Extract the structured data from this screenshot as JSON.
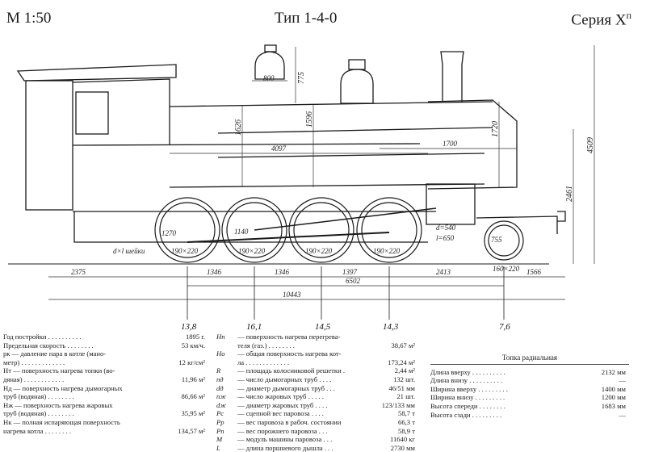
{
  "header": {
    "scale": "М 1:50",
    "type": "Тип 1-4-0",
    "series_prefix": "Серия Х",
    "series_superscript": "п"
  },
  "drawing": {
    "dimensions": {
      "dome_width": "800",
      "dome_height": "775",
      "d1": "1626",
      "d2": "1596",
      "d3": "1720",
      "d4": "4097",
      "d5": "1700",
      "overall_height": "4509",
      "axis_height": "2461",
      "d_front": "d=540",
      "l_front": "l=650",
      "bogie_axle": "160×220",
      "b1": "1270",
      "b2": "1140",
      "front_wheel": "755",
      "neck_note": "d×l шейки",
      "journal": "190×220"
    },
    "base_dims": [
      "2375",
      "1346",
      "1346",
      "1397",
      "2413",
      "1566"
    ],
    "total_wheelbase": "6502",
    "total_length": "10443",
    "axle_loads": [
      "13,8",
      "16,1",
      "14,5",
      "14,3",
      "7,6"
    ]
  },
  "specs_left": [
    {
      "label": "Год постройки . . . . . . . . . .",
      "value": "1895 г."
    },
    {
      "label": "Предельная скорость . . . . . . . .",
      "value": "53 км/ч."
    },
    {
      "label": "pк — давление пара в котле (мано-",
      "value": ""
    },
    {
      "label": "метр) . . . . . . . . . . . . .",
      "value": "12 кг/см²"
    },
    {
      "label": "Hт — поверхность нагрева топки (во-",
      "value": ""
    },
    {
      "label": "дяная) . . . . . . . . . . . .",
      "value": "11,96 м²"
    },
    {
      "label": "Hд — поверхность нагрева дымогарных",
      "value": ""
    },
    {
      "label": "труб (водяная) . . . . . . . .",
      "value": "86,66 м²"
    },
    {
      "label": "Hж — поверхность нагрева жаровых",
      "value": ""
    },
    {
      "label": "труб (водяная) . . . . . . . .",
      "value": "35,95 м²"
    },
    {
      "label": "Hк — полная испаряющая поверхность",
      "value": ""
    },
    {
      "label": "нагрева котла . . . . . . . .",
      "value": "134,57 м²"
    }
  ],
  "specs_mid": [
    {
      "sym": "Hп",
      "label": "— поверхность нагрева перегрева-",
      "value": ""
    },
    {
      "sym": "",
      "label": "теля (газ.) . . . . . . . .",
      "value": "38,67 м²"
    },
    {
      "sym": "Hо",
      "label": "— общая поверхность нагрева кот-",
      "value": ""
    },
    {
      "sym": "",
      "label": "ла . . . . . . . . . . . . .",
      "value": "173,24 м²"
    },
    {
      "sym": "R",
      "label": "— площадь колосниковой решетки .",
      "value": "2,44 м²"
    },
    {
      "sym": "nд",
      "label": "— число дымогарных труб . . . .",
      "value": "132 шт."
    },
    {
      "sym": "dд",
      "label": "— диаметр дымогарных труб . . .",
      "value": "46/51 мм"
    },
    {
      "sym": "nж",
      "label": "— число жаровых труб . . . . .",
      "value": "21 шт."
    },
    {
      "sym": "dж",
      "label": "— диаметр жаровых труб . . . .",
      "value": "123/133 мм"
    },
    {
      "sym": "Pс",
      "label": "— сцепной вес паровоза . . . .",
      "value": "58,7 т"
    },
    {
      "sym": "Pр",
      "label": "— вес паровоза в рабоч. состоянии",
      "value": "66,3 т"
    },
    {
      "sym": "Pп",
      "label": "— вес порожнего паровоза . . .",
      "value": "58,9 т"
    },
    {
      "sym": "M",
      "label": "— модуль машины паровоза . . .",
      "value": "11640 кг"
    },
    {
      "sym": "L",
      "label": "— длина поршневого дышла . . .",
      "value": "2730 мм"
    }
  ],
  "firebox": {
    "title": "Топка радиальная",
    "rows": [
      {
        "label": "Длина вверху . . . . . . . . . .",
        "value": "2132 мм"
      },
      {
        "label": "Длина внизу . . . . . . . . . .",
        "value": "—"
      },
      {
        "label": "Ширина вверху . . . . . . . . .",
        "value": "1400 мм"
      },
      {
        "label": "Ширина внизу . . . . . . . . .",
        "value": "1200 мм"
      },
      {
        "label": "Высота спереди . . . . . . . .",
        "value": "1683 мм"
      },
      {
        "label": "Высота сзади . . . . . . . . .",
        "value": "—"
      }
    ]
  }
}
